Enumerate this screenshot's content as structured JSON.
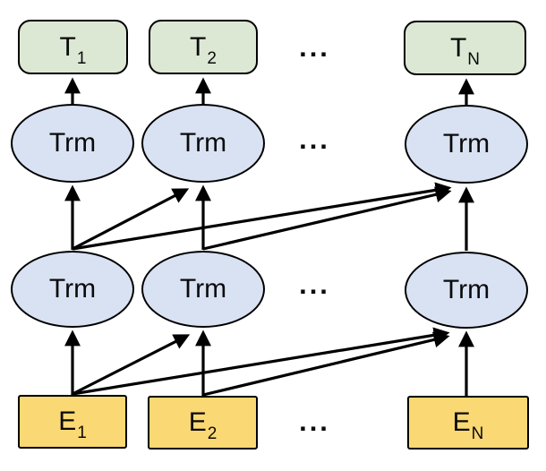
{
  "colors": {
    "output_fill": "#dce8d4",
    "trm_fill": "#d9e2f3",
    "input_fill": "#fad873",
    "stroke": "#000000"
  },
  "nodes": {
    "outputs": [
      {
        "main": "T",
        "sub": "1"
      },
      {
        "main": "T",
        "sub": "2"
      },
      {
        "main": "T",
        "sub": "N"
      }
    ],
    "upper_trm": [
      "Trm",
      "Trm",
      "Trm"
    ],
    "lower_trm": [
      "Trm",
      "Trm",
      "Trm"
    ],
    "inputs": [
      {
        "main": "E",
        "sub": "1"
      },
      {
        "main": "E",
        "sub": "2"
      },
      {
        "main": "E",
        "sub": "N"
      }
    ],
    "ellipsis": "..."
  }
}
